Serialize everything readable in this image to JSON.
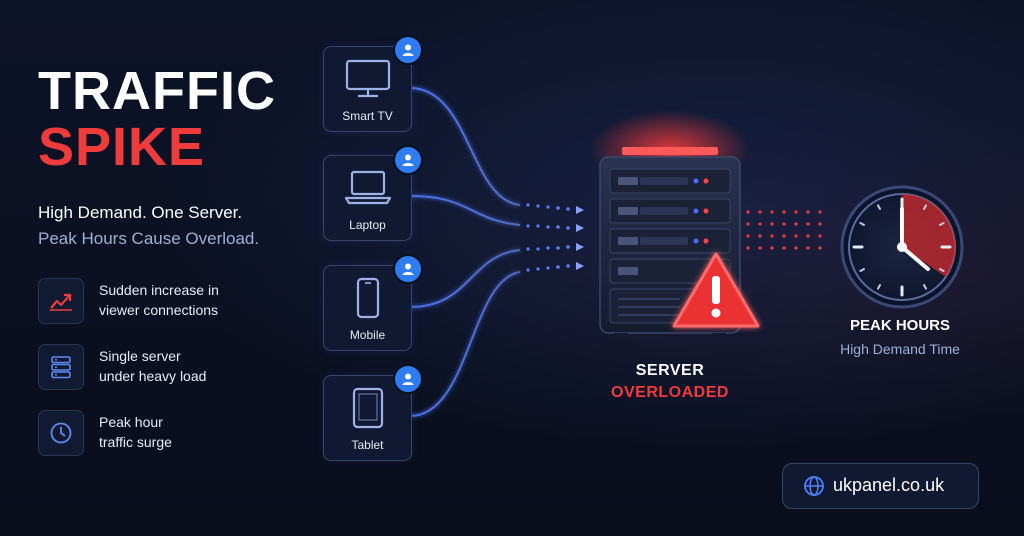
{
  "headline": {
    "line1": "TRAFFIC",
    "line2": "SPIKE"
  },
  "subtitle": {
    "line1": "High Demand. One Server.",
    "line2": "Peak Hours Cause Overload."
  },
  "features": [
    {
      "icon": "trending-up-icon",
      "line1": "Sudden increase in",
      "line2": "viewer connections"
    },
    {
      "icon": "server-icon",
      "line1": "Single server",
      "line2": "under heavy load"
    },
    {
      "icon": "clock-icon",
      "line1": "Peak hour",
      "line2": "traffic surge"
    }
  ],
  "devices": [
    {
      "label": "Smart TV",
      "icon": "tv-icon"
    },
    {
      "label": "Laptop",
      "icon": "laptop-icon"
    },
    {
      "label": "Mobile",
      "icon": "mobile-icon"
    },
    {
      "label": "Tablet",
      "icon": "tablet-icon"
    }
  ],
  "server": {
    "line1": "SERVER",
    "line2": "OVERLOADED",
    "warning_icon": "warning-icon"
  },
  "peak": {
    "title": "PEAK HOURS",
    "subtitle": "High Demand Time"
  },
  "website": {
    "icon": "globe-icon",
    "text": "ukpanel.co.uk"
  },
  "colors": {
    "accent_red": "#ef3b3b",
    "accent_blue": "#2f7bf1",
    "background": "#0b1020"
  }
}
